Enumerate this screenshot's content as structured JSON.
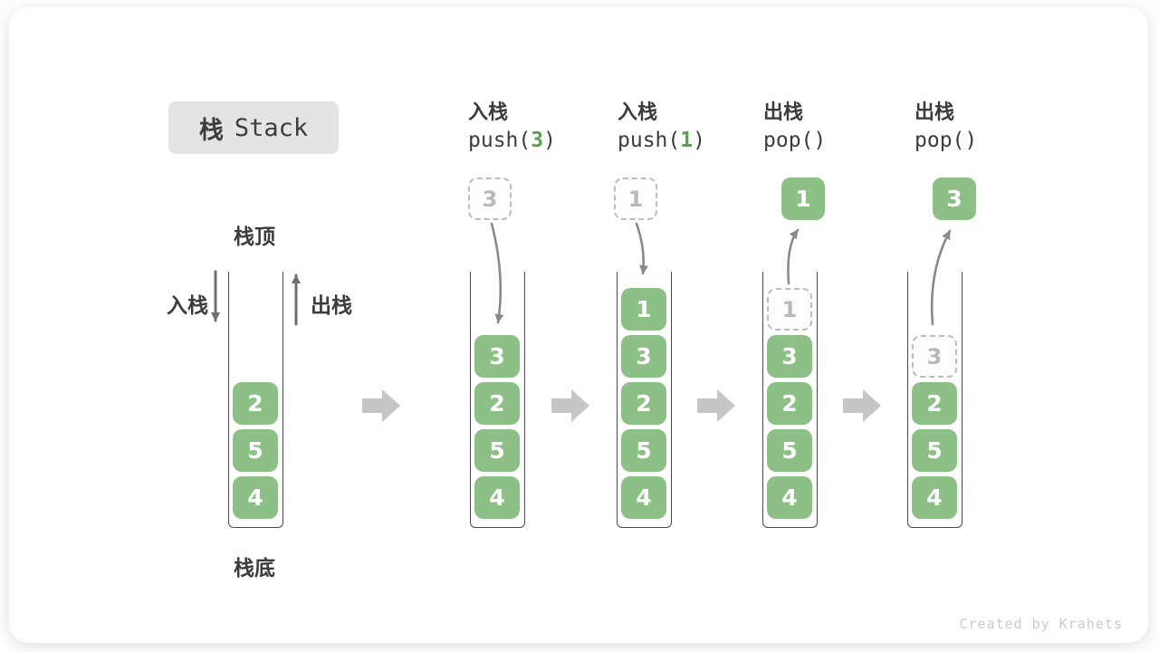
{
  "title": {
    "zh": "栈",
    "en": "Stack"
  },
  "stack_labels": {
    "top": "栈顶",
    "bottom": "栈底",
    "push_side": "入栈",
    "pop_side": "出栈"
  },
  "operations": [
    {
      "label": "入栈",
      "code_prefix": "push(",
      "code_arg": "3",
      "code_suffix": ")"
    },
    {
      "label": "入栈",
      "code_prefix": "push(",
      "code_arg": "1",
      "code_suffix": ")"
    },
    {
      "label": "出栈",
      "code_prefix": "pop(",
      "code_arg": "",
      "code_suffix": ")"
    },
    {
      "label": "出栈",
      "code_prefix": "pop(",
      "code_arg": "",
      "code_suffix": ")"
    }
  ],
  "floating_boxes": [
    {
      "value": "3",
      "variant": "dashed"
    },
    {
      "value": "1",
      "variant": "dashed"
    },
    {
      "value": "1",
      "variant": "solid"
    },
    {
      "value": "3",
      "variant": "solid"
    }
  ],
  "stacks": [
    {
      "blocks": [
        {
          "value": "2"
        },
        {
          "value": "5"
        },
        {
          "value": "4"
        }
      ]
    },
    {
      "blocks": [
        {
          "value": "3"
        },
        {
          "value": "2"
        },
        {
          "value": "5"
        },
        {
          "value": "4"
        }
      ]
    },
    {
      "blocks": [
        {
          "value": "1"
        },
        {
          "value": "3"
        },
        {
          "value": "2"
        },
        {
          "value": "5"
        },
        {
          "value": "4"
        }
      ]
    },
    {
      "blocks": [
        {
          "value": "1",
          "variant": "dashed"
        },
        {
          "value": "3"
        },
        {
          "value": "2"
        },
        {
          "value": "5"
        },
        {
          "value": "4"
        }
      ]
    },
    {
      "blocks": [
        {
          "value": "3",
          "variant": "dashed"
        },
        {
          "value": "2"
        },
        {
          "value": "5"
        },
        {
          "value": "4"
        }
      ]
    }
  ],
  "watermark": "Created by Krahets",
  "colors": {
    "block_green": "#8CC086",
    "code_arg_green": "#5AA050",
    "text_dark": "#3C3C3C",
    "title_bg": "#E4E4E4",
    "dashed_border": "#BDBDBD",
    "dashed_text": "#B9B9B9",
    "curved_arrow": "#8A8A8A",
    "side_arrow": "#6F6F6F",
    "big_arrow": "#C6C6C6",
    "watermark_gray": "#CACACA"
  }
}
